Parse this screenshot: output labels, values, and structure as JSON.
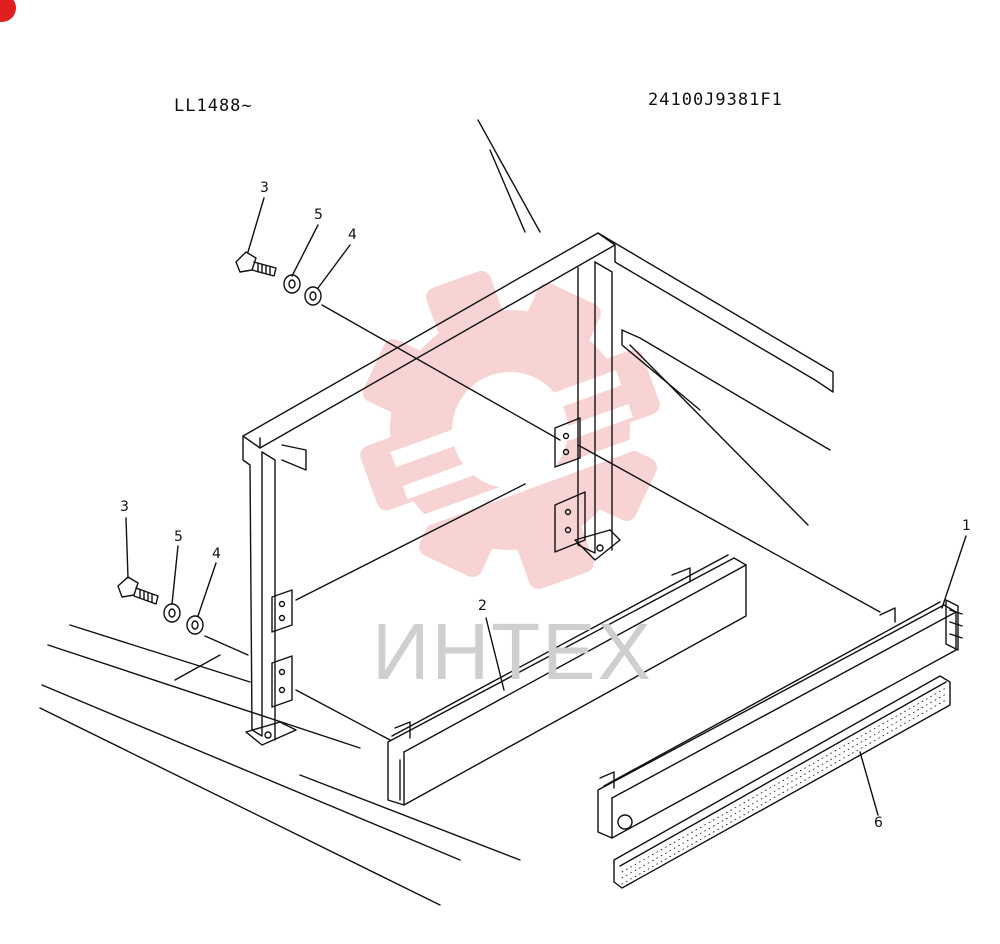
{
  "header": {
    "serial_range": "LL1488~",
    "drawing_number": "24100J9381F1"
  },
  "callouts": {
    "c1": "1",
    "c2": "2",
    "c3_top": "3",
    "c5_top": "5",
    "c4_top": "4",
    "c3_bottom": "3",
    "c5_bottom": "5",
    "c4_bottom": "4",
    "c6": "6"
  },
  "watermark": {
    "text": "ИНТЕХ",
    "color": "#f6c2c2"
  },
  "colors": {
    "line": "#111111",
    "logo_mark": "#e02020"
  }
}
